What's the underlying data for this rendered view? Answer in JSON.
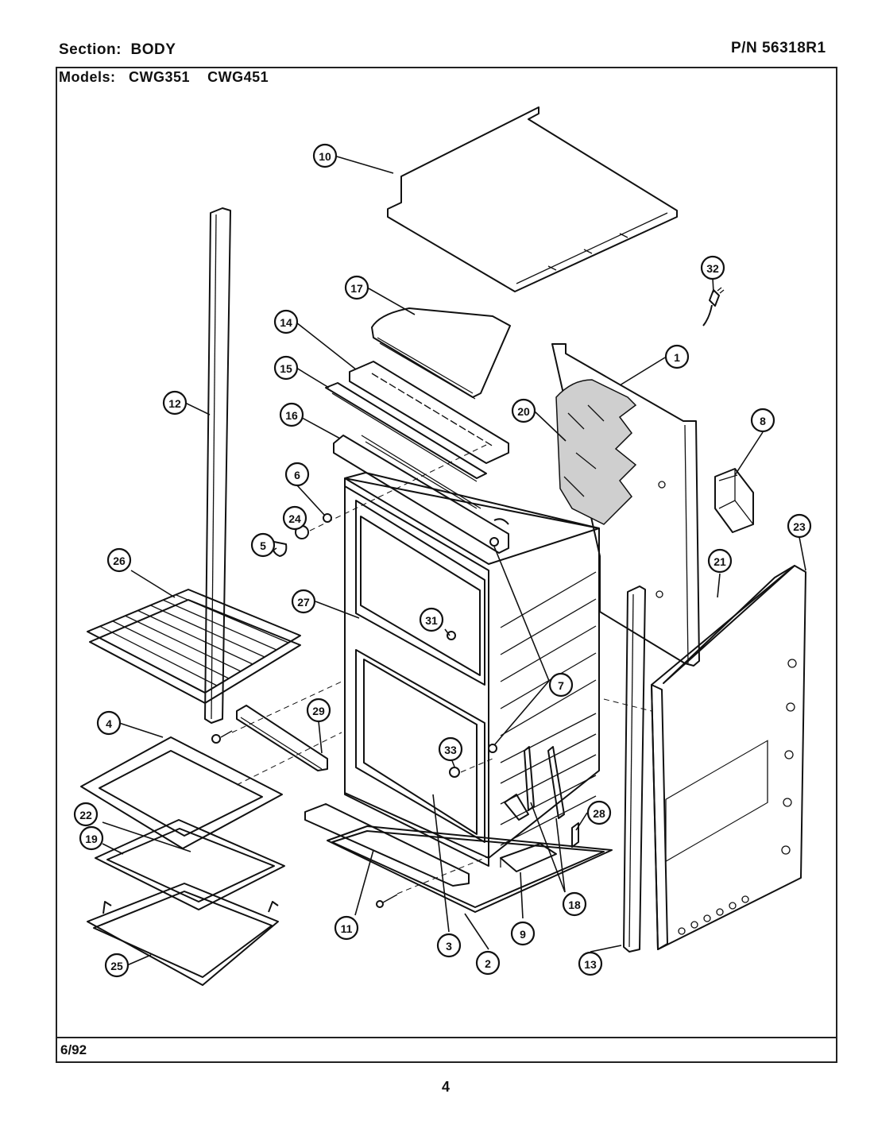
{
  "header": {
    "section_label": "Section:",
    "section_value": "BODY",
    "part_number": "P/N 56318R1",
    "models_label": "Models:",
    "models": [
      "CWG351",
      "CWG451"
    ]
  },
  "footer": {
    "date": "6/92",
    "page_number": "4"
  },
  "callouts": [
    "10",
    "32",
    "17",
    "14",
    "1",
    "15",
    "12",
    "16",
    "20",
    "8",
    "6",
    "24",
    "23",
    "5",
    "21",
    "26",
    "27",
    "31",
    "7",
    "4",
    "29",
    "33",
    "22",
    "28",
    "19",
    "18",
    "11",
    "9",
    "3",
    "2",
    "13",
    "25"
  ]
}
